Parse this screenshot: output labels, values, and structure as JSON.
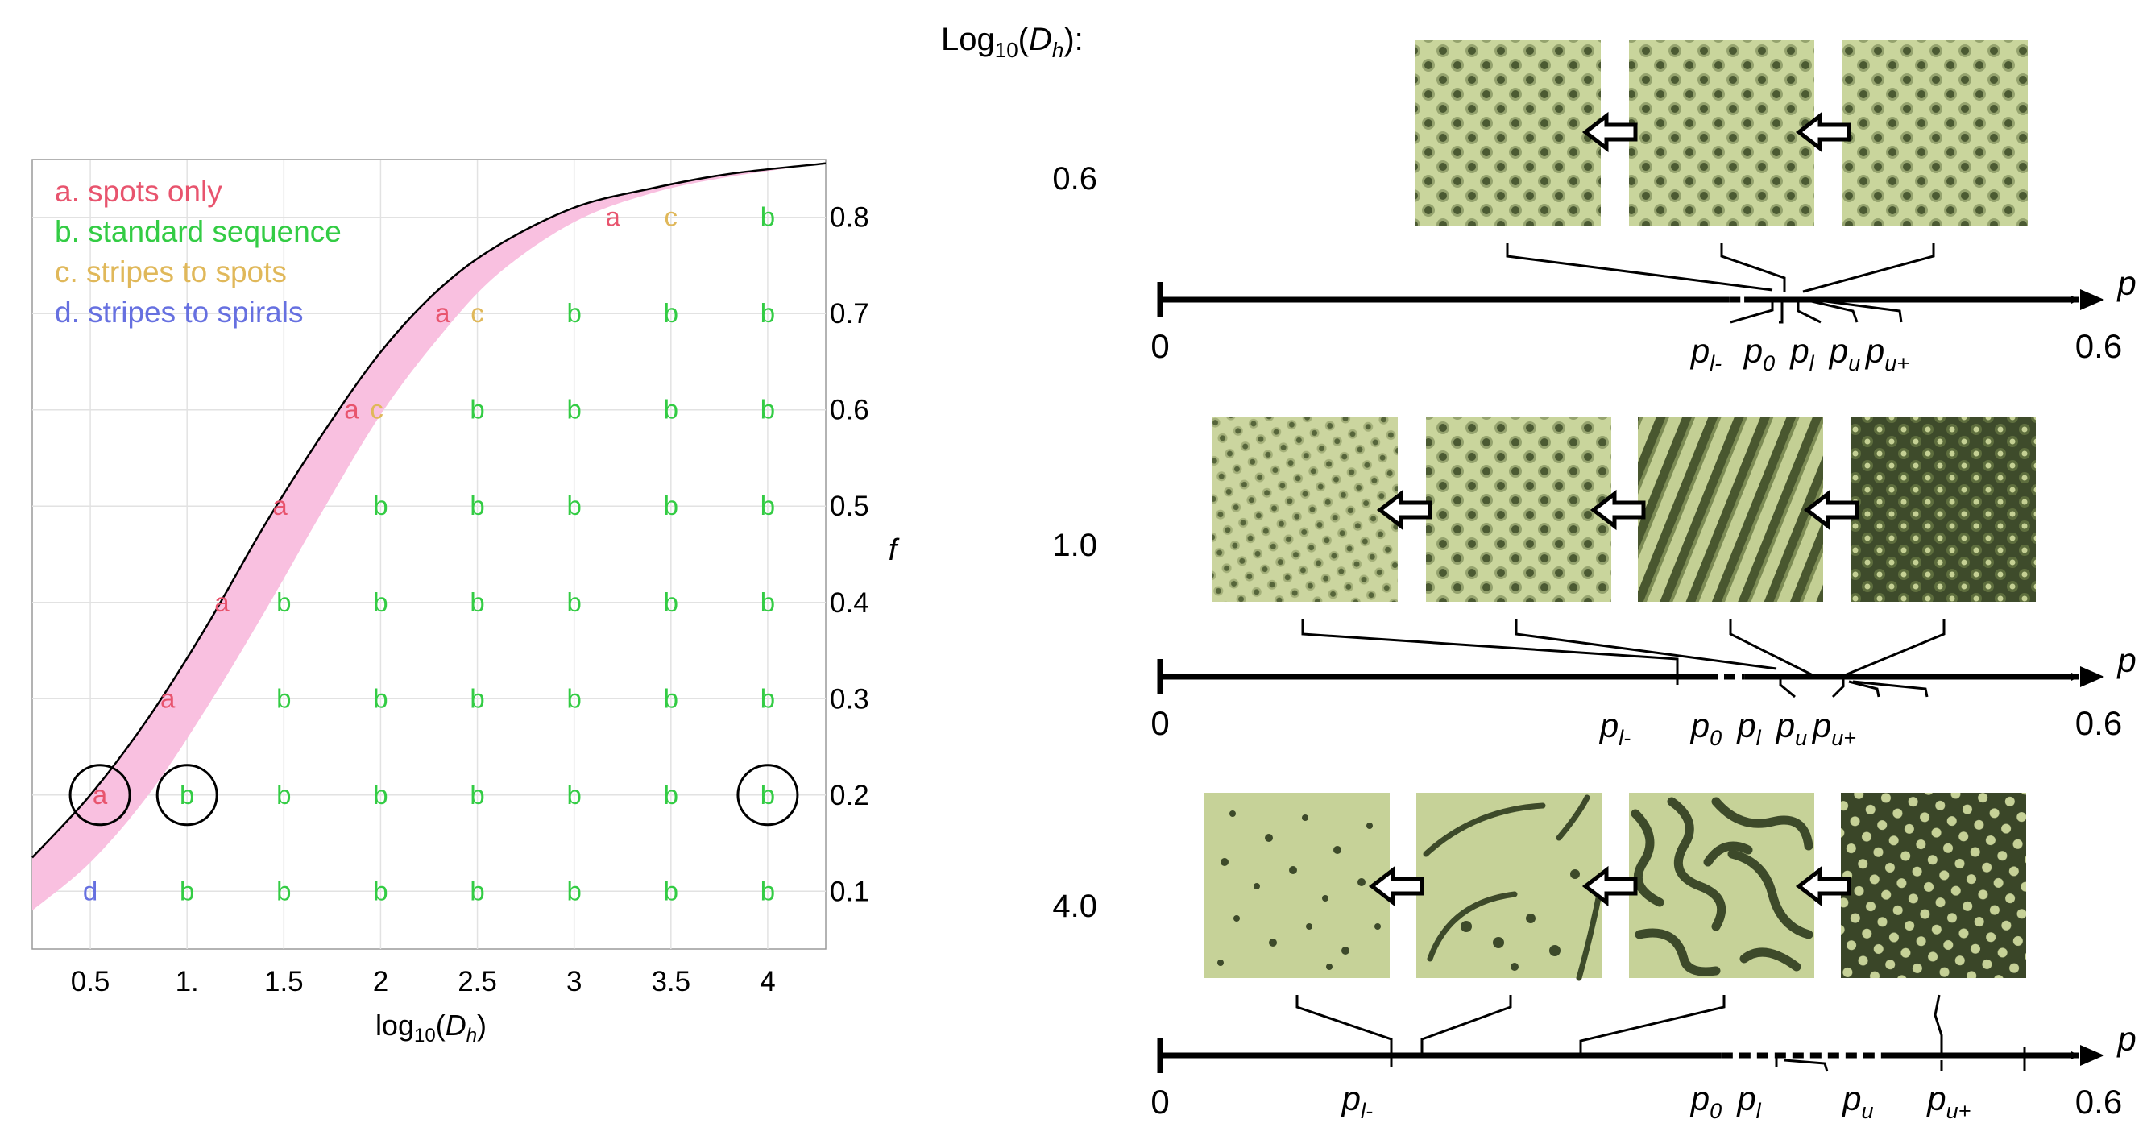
{
  "chart_data": [
    {
      "type": "scatter",
      "title": "",
      "xlabel": "log10(Dh)",
      "ylabel": "f",
      "xlim": [
        0.2,
        4.3
      ],
      "ylim": [
        0.04,
        0.86
      ],
      "xticks": [
        {
          "value": 0.5,
          "label": "0.5"
        },
        {
          "value": 1.0,
          "label": "1."
        },
        {
          "value": 1.5,
          "label": "1.5"
        },
        {
          "value": 2.0,
          "label": "2"
        },
        {
          "value": 2.5,
          "label": "2.5"
        },
        {
          "value": 3.0,
          "label": "3"
        },
        {
          "value": 3.5,
          "label": "3.5"
        },
        {
          "value": 4.0,
          "label": "4"
        }
      ],
      "yticks": [
        {
          "value": 0.1,
          "label": "0.1"
        },
        {
          "value": 0.2,
          "label": "0.2"
        },
        {
          "value": 0.3,
          "label": "0.3"
        },
        {
          "value": 0.4,
          "label": "0.4"
        },
        {
          "value": 0.5,
          "label": "0.5"
        },
        {
          "value": 0.6,
          "label": "0.6"
        },
        {
          "value": 0.7,
          "label": "0.7"
        },
        {
          "value": 0.8,
          "label": "0.8"
        }
      ],
      "grid": true,
      "legend_position": "top-left",
      "legend": [
        {
          "key": "a",
          "label": "a. spots only",
          "color": "#e8546e"
        },
        {
          "key": "b",
          "label": "b. standard sequence",
          "color": "#33cc44"
        },
        {
          "key": "c",
          "label": "c. stripes to spots",
          "color": "#e0b85a"
        },
        {
          "key": "d",
          "label": "d. stripes to spirals",
          "color": "#6670e0"
        }
      ],
      "points": [
        {
          "x": 0.5,
          "y": 0.1,
          "label": "d"
        },
        {
          "x": 1.0,
          "y": 0.1,
          "label": "b"
        },
        {
          "x": 1.5,
          "y": 0.1,
          "label": "b"
        },
        {
          "x": 2.0,
          "y": 0.1,
          "label": "b"
        },
        {
          "x": 2.5,
          "y": 0.1,
          "label": "b"
        },
        {
          "x": 3.0,
          "y": 0.1,
          "label": "b"
        },
        {
          "x": 3.5,
          "y": 0.1,
          "label": "b"
        },
        {
          "x": 4.0,
          "y": 0.1,
          "label": "b"
        },
        {
          "x": 0.55,
          "y": 0.2,
          "label": "a",
          "circled": true
        },
        {
          "x": 1.0,
          "y": 0.2,
          "label": "b",
          "circled": true
        },
        {
          "x": 1.5,
          "y": 0.2,
          "label": "b"
        },
        {
          "x": 2.0,
          "y": 0.2,
          "label": "b"
        },
        {
          "x": 2.5,
          "y": 0.2,
          "label": "b"
        },
        {
          "x": 3.0,
          "y": 0.2,
          "label": "b"
        },
        {
          "x": 3.5,
          "y": 0.2,
          "label": "b"
        },
        {
          "x": 4.0,
          "y": 0.2,
          "label": "b",
          "circled": true
        },
        {
          "x": 0.9,
          "y": 0.3,
          "label": "a"
        },
        {
          "x": 1.5,
          "y": 0.3,
          "label": "b"
        },
        {
          "x": 2.0,
          "y": 0.3,
          "label": "b"
        },
        {
          "x": 2.5,
          "y": 0.3,
          "label": "b"
        },
        {
          "x": 3.0,
          "y": 0.3,
          "label": "b"
        },
        {
          "x": 3.5,
          "y": 0.3,
          "label": "b"
        },
        {
          "x": 4.0,
          "y": 0.3,
          "label": "b"
        },
        {
          "x": 1.18,
          "y": 0.4,
          "label": "a"
        },
        {
          "x": 1.5,
          "y": 0.4,
          "label": "b"
        },
        {
          "x": 2.0,
          "y": 0.4,
          "label": "b"
        },
        {
          "x": 2.5,
          "y": 0.4,
          "label": "b"
        },
        {
          "x": 3.0,
          "y": 0.4,
          "label": "b"
        },
        {
          "x": 3.5,
          "y": 0.4,
          "label": "b"
        },
        {
          "x": 4.0,
          "y": 0.4,
          "label": "b"
        },
        {
          "x": 1.48,
          "y": 0.5,
          "label": "a"
        },
        {
          "x": 2.0,
          "y": 0.5,
          "label": "b"
        },
        {
          "x": 2.5,
          "y": 0.5,
          "label": "b"
        },
        {
          "x": 3.0,
          "y": 0.5,
          "label": "b"
        },
        {
          "x": 3.5,
          "y": 0.5,
          "label": "b"
        },
        {
          "x": 4.0,
          "y": 0.5,
          "label": "b"
        },
        {
          "x": 1.85,
          "y": 0.6,
          "label": "a"
        },
        {
          "x": 1.98,
          "y": 0.6,
          "label": "c"
        },
        {
          "x": 2.5,
          "y": 0.6,
          "label": "b"
        },
        {
          "x": 3.0,
          "y": 0.6,
          "label": "b"
        },
        {
          "x": 3.5,
          "y": 0.6,
          "label": "b"
        },
        {
          "x": 4.0,
          "y": 0.6,
          "label": "b"
        },
        {
          "x": 2.32,
          "y": 0.7,
          "label": "a"
        },
        {
          "x": 2.5,
          "y": 0.7,
          "label": "c"
        },
        {
          "x": 3.0,
          "y": 0.7,
          "label": "b"
        },
        {
          "x": 3.5,
          "y": 0.7,
          "label": "b"
        },
        {
          "x": 4.0,
          "y": 0.7,
          "label": "b"
        },
        {
          "x": 3.2,
          "y": 0.8,
          "label": "a"
        },
        {
          "x": 3.5,
          "y": 0.8,
          "label": "c"
        },
        {
          "x": 4.0,
          "y": 0.8,
          "label": "b"
        }
      ],
      "boundary_curve": {
        "color": "#000000",
        "band_color": "#f9c0e0",
        "x": [
          0.2,
          0.5,
          0.8,
          1.1,
          1.4,
          1.7,
          2.0,
          2.3,
          2.6,
          3.0,
          3.4,
          3.8,
          4.3
        ],
        "f_upper": [
          0.135,
          0.2,
          0.28,
          0.375,
          0.48,
          0.575,
          0.66,
          0.725,
          0.77,
          0.81,
          0.83,
          0.845,
          0.856
        ],
        "f_lower": [
          0.08,
          0.13,
          0.2,
          0.29,
          0.39,
          0.495,
          0.595,
          0.675,
          0.74,
          0.795,
          0.825,
          0.842,
          0.856
        ]
      }
    },
    {
      "type": "diagram",
      "header": "Log10(Dh):",
      "axis_name": "p",
      "axis_min_label": "0",
      "axis_max_label": "0.6",
      "axis_range": [
        0,
        0.6
      ],
      "palette": {
        "light": "#c7d39a",
        "dark": "#3b4a2a"
      },
      "rows": [
        {
          "log10_Dh": "0.6",
          "markers": [
            {
              "label": "p_l-",
              "main": "p",
              "sub": "l-",
              "value": 0.36
            },
            {
              "label": "p_0",
              "main": "p",
              "sub": "0",
              "value": 0.375
            },
            {
              "label": "p_l",
              "main": "p",
              "sub": "l",
              "value": 0.39
            },
            {
              "label": "p_u",
              "main": "p",
              "sub": "u",
              "value": 0.41
            },
            {
              "label": "p_u+",
              "main": "p",
              "sub": "u+",
              "value": 0.43
            }
          ],
          "patterns": [
            "light spots",
            "light spots",
            "light spots"
          ]
        },
        {
          "log10_Dh": "1.0",
          "markers": [
            {
              "label": "p_l-",
              "main": "p",
              "sub": "l-",
              "value": 0.3
            },
            {
              "label": "p_0",
              "main": "p",
              "sub": "0",
              "value": 0.36
            },
            {
              "label": "p_l",
              "main": "p",
              "sub": "l",
              "value": 0.38
            },
            {
              "label": "p_u",
              "main": "p",
              "sub": "u",
              "value": 0.41
            },
            {
              "label": "p_u+",
              "main": "p",
              "sub": "u+",
              "value": 0.44
            }
          ],
          "patterns": [
            "light spots",
            "light spots",
            "stripes",
            "dark spots"
          ]
        },
        {
          "log10_Dh": "4.0",
          "markers": [
            {
              "label": "p_l-",
              "main": "p",
              "sub": "l-",
              "value": 0.13
            },
            {
              "label": "p_0",
              "main": "p",
              "sub": "0",
              "value": 0.36
            },
            {
              "label": "p_l",
              "main": "p",
              "sub": "l",
              "value": 0.38
            },
            {
              "label": "p_u",
              "main": "p",
              "sub": "u",
              "value": 0.46
            },
            {
              "label": "p_u+",
              "main": "p",
              "sub": "u+",
              "value": 0.52
            }
          ],
          "patterns": [
            "sparse dots",
            "spots and filaments",
            "labyrinth",
            "dark spots"
          ]
        }
      ]
    }
  ]
}
